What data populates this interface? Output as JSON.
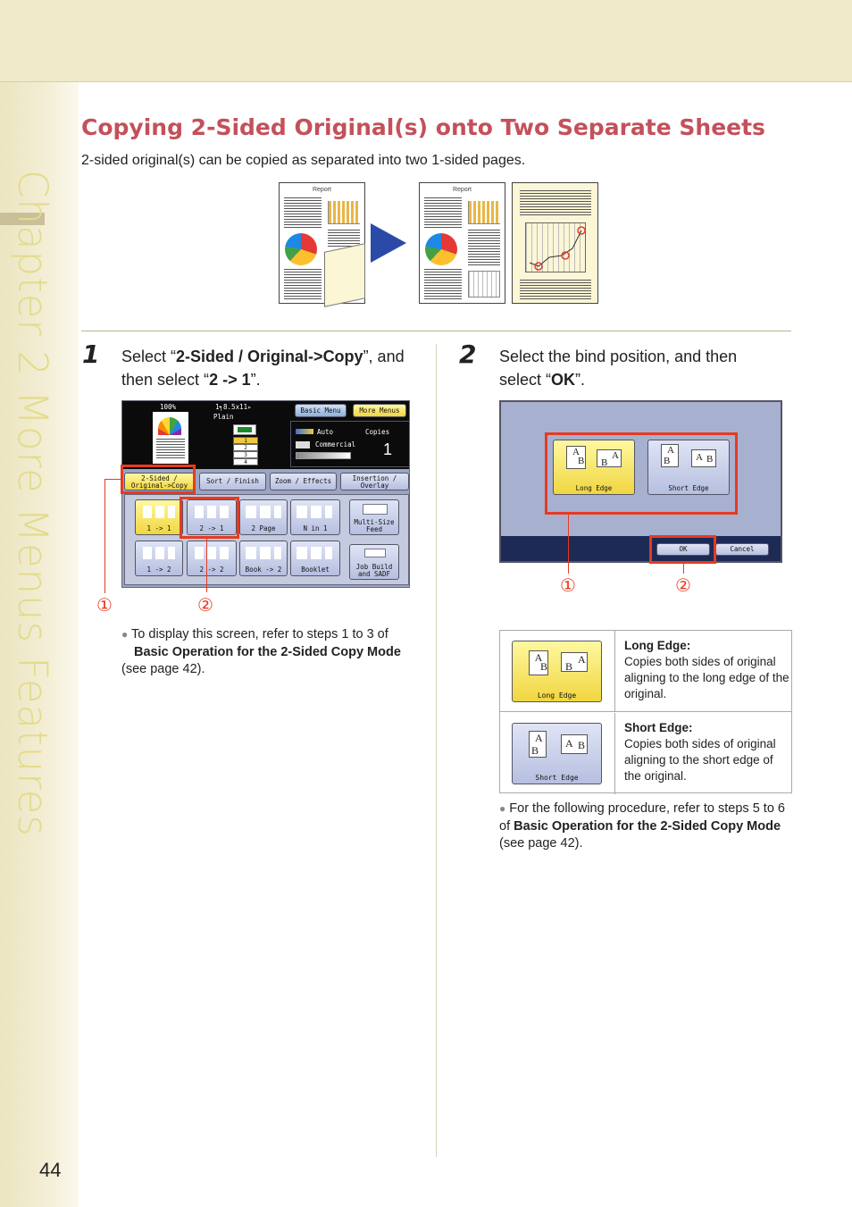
{
  "sidebar": {
    "chapter_label": "Chapter 2   More Menus Features",
    "page_number": "44"
  },
  "heading": {
    "title": "Copying 2-Sided Original(s) onto Two Separate Sheets",
    "intro": "2-sided original(s) can be copied as separated into two 1-sided pages."
  },
  "illustration": {
    "doc_header": "Report"
  },
  "step1": {
    "number": "1",
    "text_prefix": "Select “",
    "text_bold1": "2-Sided / Original->Copy",
    "text_mid": "”, and then select “",
    "text_bold2": "2 -> 1",
    "text_suffix": "”.",
    "screen": {
      "zoom": "100%",
      "paper": "1┑8.5x11▹",
      "paper_type": "Plain",
      "basic_menu": "Basic Menu",
      "more_menus": "More Menus",
      "auto": "Auto",
      "copies_label": "Copies",
      "mode": "Commercial",
      "copies_value": "1",
      "trays": [
        "1",
        "2",
        "3",
        "4"
      ],
      "tabs": [
        "2-Sided / Original->Copy",
        "Sort / Finish",
        "Zoom / Effects",
        "Insertion / Overlay"
      ],
      "row1": [
        "1 -> 1",
        "2 -> 1",
        "2 Page",
        "N in 1",
        "Multi-Size Feed"
      ],
      "row2": [
        "1 -> 2",
        "2 -> 2",
        "Book -> 2",
        "Booklet",
        "Job Build and SADF"
      ]
    },
    "callout1": "①",
    "callout2": "②",
    "note_prefix": "To display this screen, refer to steps 1 to 3 of ",
    "note_bold": "Basic Operation for the 2-Sided Copy Mode",
    "note_suffix": " (see page 42)."
  },
  "step2": {
    "number": "2",
    "text_prefix": "Select the bind position, and then select “",
    "text_bold": "OK",
    "text_suffix": "”.",
    "screen": {
      "long_edge": "Long Edge",
      "short_edge": "Short Edge",
      "ok": "OK",
      "cancel": "Cancel"
    },
    "callout1": "①",
    "callout2": "②",
    "table": [
      {
        "icon_label": "Long Edge",
        "title": "Long Edge:",
        "desc": "Copies both sides of original aligning to the long edge of the original."
      },
      {
        "icon_label": "Short Edge",
        "title": "Short Edge:",
        "desc": "Copies both sides of original aligning to the short edge of the original."
      }
    ],
    "note_prefix": "For the following procedure, refer to steps 5 to 6 of ",
    "note_bold": "Basic Operation for the 2-Sided Copy Mode",
    "note_suffix": " (see page 42)."
  }
}
